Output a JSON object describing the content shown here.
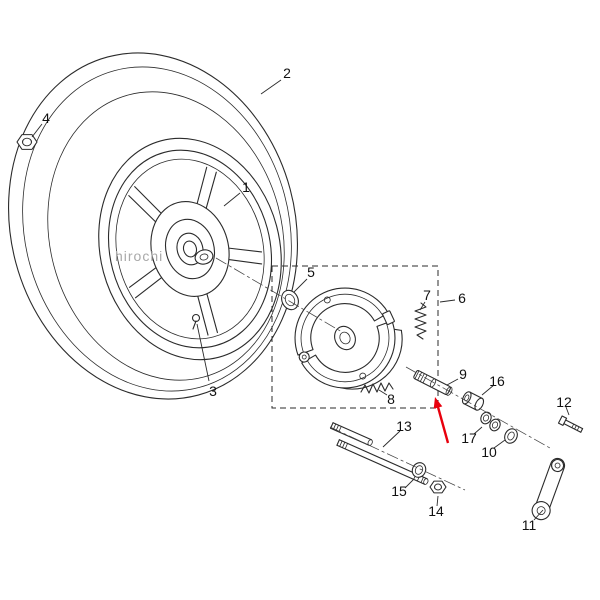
{
  "watermark": {
    "text": "hirochi"
  },
  "callout_arrow": {
    "color": "#e8000d",
    "target_part": "9"
  },
  "labels": [
    {
      "text": "1"
    },
    {
      "text": "2"
    },
    {
      "text": "3"
    },
    {
      "text": "4"
    },
    {
      "text": "5"
    },
    {
      "text": "6"
    },
    {
      "text": "7"
    },
    {
      "text": "8"
    },
    {
      "text": "9"
    },
    {
      "text": "10"
    },
    {
      "text": "11"
    },
    {
      "text": "12"
    },
    {
      "text": "13"
    },
    {
      "text": "14"
    },
    {
      "text": "15"
    },
    {
      "text": "16"
    },
    {
      "text": "17"
    }
  ]
}
